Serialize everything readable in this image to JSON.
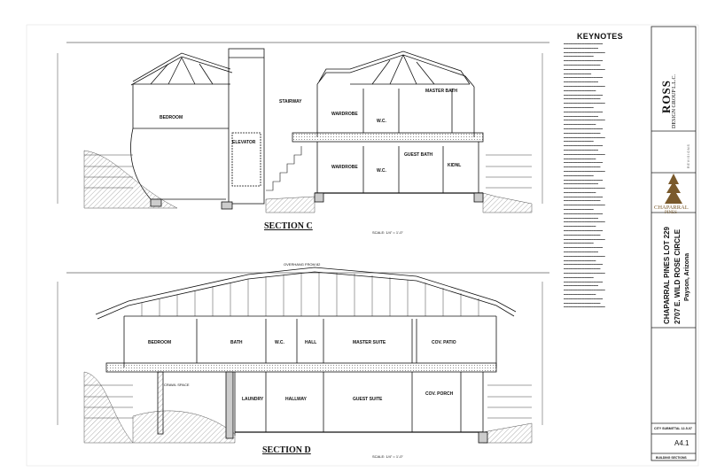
{
  "sections": {
    "c": {
      "title": "SECTION C",
      "scale": "SCALE: 1/4\" = 1'-0\"",
      "rooms": [
        "BEDROOM",
        "ELEVATOR",
        "STAIRWAY",
        "WARDROBE",
        "W.C.",
        "MASTER BATH",
        "WARDROBE",
        "W.C.",
        "GUEST BATH",
        "KIDNL"
      ]
    },
    "d": {
      "title": "SECTION D",
      "scale": "SCALE: 1/4\" = 1'-0\"",
      "overhang": "OVERHANG FROM 82",
      "rooms": [
        "BEDROOM",
        "BATH",
        "W.C.",
        "HALL",
        "MASTER SUITE",
        "COV. PATIO",
        "LAUNDRY",
        "HALLWAY",
        "GUEST SUITE",
        "COV. PORCH"
      ],
      "crawl": "CRAWL SPACE"
    }
  },
  "keynotes": {
    "title": "KEYNOTES"
  },
  "title_block": {
    "firm": "ROSS",
    "firm_sub": "DESIGN GROUP L.L.C.",
    "revisions": "R E V I S I O N S",
    "logo_line1": "CHAPARRAL",
    "logo_line2": "PINES",
    "project1": "CHAPARRAL PINES LOT 229",
    "project2": "2707 E. WILD ROSE CIRCLE",
    "project3": "Payson, Arizona",
    "submittal": "CITY SUBMITTAL 12-5-07",
    "sheet_no": "A4.1",
    "sheet_title": "BUILDING SECTIONS"
  },
  "colors": {
    "ink": "#111111",
    "paper": "#ffffff",
    "hatch": "#888888",
    "logo": "#7a5a2c"
  }
}
